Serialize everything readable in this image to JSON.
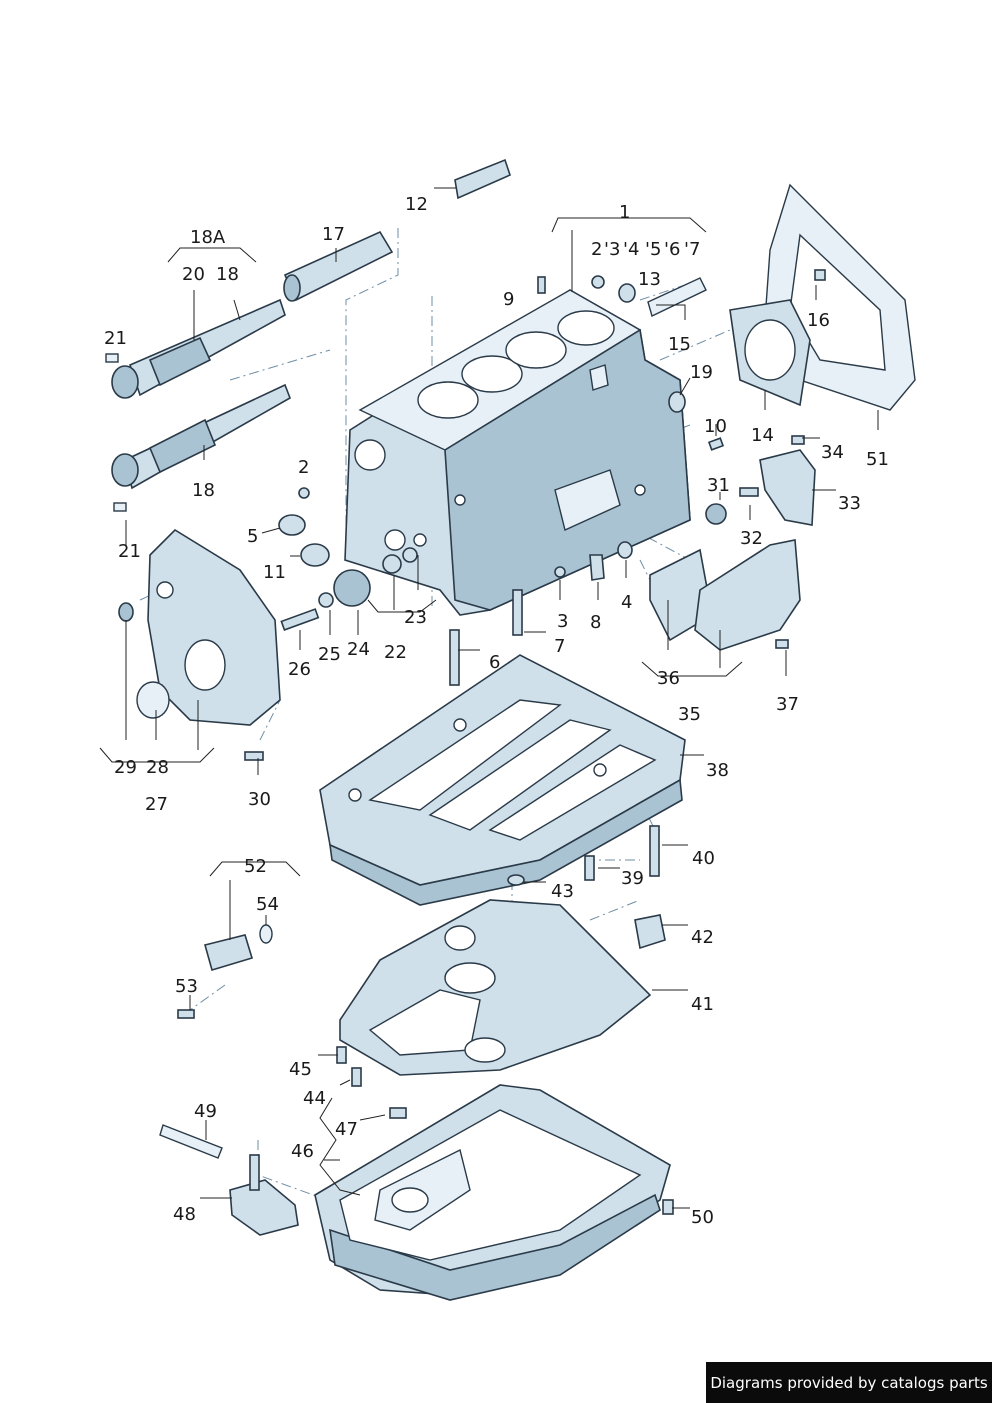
{
  "labels": {
    "l1": "1",
    "l2a": "2",
    "l2b": "2",
    "l3": "'3",
    "l3b": "3",
    "l4": "'4",
    "l4b": "4",
    "l5": "'5",
    "l5b": "5",
    "l6": "'6",
    "l6b": "6",
    "l7": "'7",
    "l7b": "7",
    "l8": "8",
    "l9": "9",
    "l10": "10",
    "l11": "11",
    "l12": "12",
    "l13": "13",
    "l14": "14",
    "l15": "15",
    "l16": "16",
    "l17": "17",
    "l18": "18",
    "l18b": "18",
    "l18a": "18A",
    "l19": "19",
    "l20": "20",
    "l21": "21",
    "l21b": "21",
    "l22": "22",
    "l23": "23",
    "l24": "24",
    "l25": "25",
    "l26": "26",
    "l27": "27",
    "l28": "28",
    "l29": "29",
    "l30": "30",
    "l31": "31",
    "l32": "32",
    "l33": "33",
    "l34": "34",
    "l35": "35",
    "l36": "36",
    "l37": "37",
    "l38": "38",
    "l39": "39",
    "l40": "40",
    "l41": "41",
    "l42": "42",
    "l43": "43",
    "l44": "44",
    "l45": "45",
    "l46": "46",
    "l47": "47",
    "l48": "48",
    "l49": "49",
    "l50": "50",
    "l51": "51",
    "l52": "52",
    "l53": "53",
    "l54": "54"
  },
  "footer": {
    "text": "Diagrams provided by catalogs parts"
  },
  "colors": {
    "part_fill": "#cfe0ea",
    "part_shade": "#a9c3d3",
    "outline": "#2a3a48",
    "dashed_lead": "#6f8fa6"
  },
  "icons": {
    "footer_badge": "caption-banner"
  }
}
